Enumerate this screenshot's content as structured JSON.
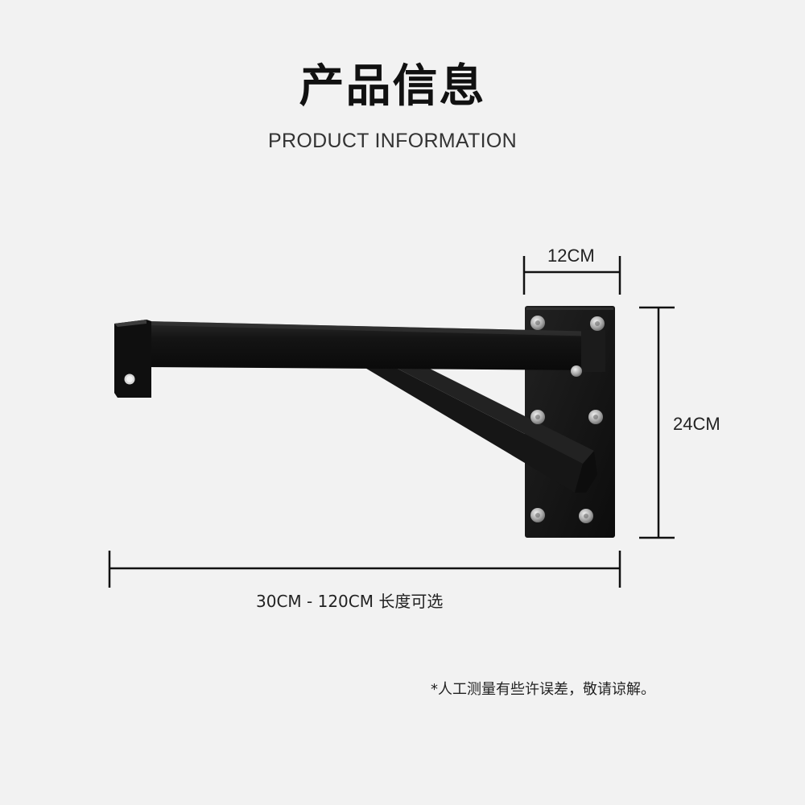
{
  "header": {
    "title_cn": "产品信息",
    "title_en": "PRODUCT INFORMATION"
  },
  "dimensions": {
    "width_plate": "12CM",
    "height_plate": "24CM",
    "length_range": "30CM - 120CM 长度可选"
  },
  "footer": {
    "note": "*人工测量有些许误差，敬请谅解。"
  },
  "colors": {
    "background": "#f2f2f2",
    "bracket": "#141414",
    "bolt": "#b8b8b8",
    "dimension_line": "#111111"
  }
}
